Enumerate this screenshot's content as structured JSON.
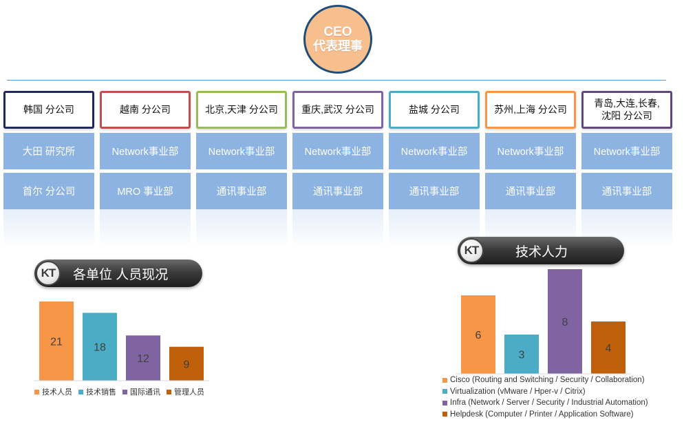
{
  "ceo": {
    "line1": "CEO",
    "line2": "代表理事"
  },
  "org": {
    "columns": [
      {
        "branch": "韩国 分公司",
        "border_color": "#1f2a5a",
        "dept1": "大田 研究所",
        "dept2": "首尔 分公司"
      },
      {
        "branch": "越南 分公司",
        "border_color": "#c0504d",
        "dept1": "Network事业部",
        "dept2": "MRO 事业部"
      },
      {
        "branch": "北京,天津 分公司",
        "border_color": "#9bbb59",
        "dept1": "Network事业部",
        "dept2": "通讯事业部"
      },
      {
        "branch": "重庆,武汉 分公司",
        "border_color": "#8064a2",
        "dept1": "Network事业部",
        "dept2": "通讯事业部"
      },
      {
        "branch": "盐城 分公司",
        "border_color": "#4bacc6",
        "dept1": "Network事业部",
        "dept2": "通讯事业部"
      },
      {
        "branch": "苏州,上海 分公司",
        "border_color": "#f79646",
        "dept1": "Network事业部",
        "dept2": "通讯事业部"
      },
      {
        "branch": "青岛,大连,长春,\n沈阳 分公司",
        "border_color": "#5f497a",
        "dept1": "Network事业部",
        "dept2": "通讯事业部"
      }
    ]
  },
  "kt_logo_text": "KT",
  "personnel_section": {
    "title": "各单位 人员现况"
  },
  "tech_section": {
    "title": "技术人力"
  },
  "chart_data": [
    {
      "type": "bar",
      "title": "各单位 人员现况",
      "categories": [
        "技术人员",
        "技术销售",
        "国际通讯",
        "管理人员"
      ],
      "values": [
        21,
        18,
        12,
        9
      ],
      "colors": [
        "#f79646",
        "#4bacc6",
        "#8064a2",
        "#c0600a"
      ],
      "legend_position": "bottom",
      "grid": false
    },
    {
      "type": "bar",
      "title": "技术人力",
      "categories": [
        "Cisco (Routing and Switching / Security / Collaboration)",
        "Virtualization (vMware / Hper-v  / Citrix)",
        "Infra (Network / Server  / Security /  Industrial Automation)",
        "Helpdesk (Computer / Printer / Application Software)"
      ],
      "values": [
        6,
        3,
        8,
        4
      ],
      "colors": [
        "#f79646",
        "#4bacc6",
        "#8064a2",
        "#c0600a"
      ],
      "legend_position": "bottom",
      "grid": false
    }
  ]
}
